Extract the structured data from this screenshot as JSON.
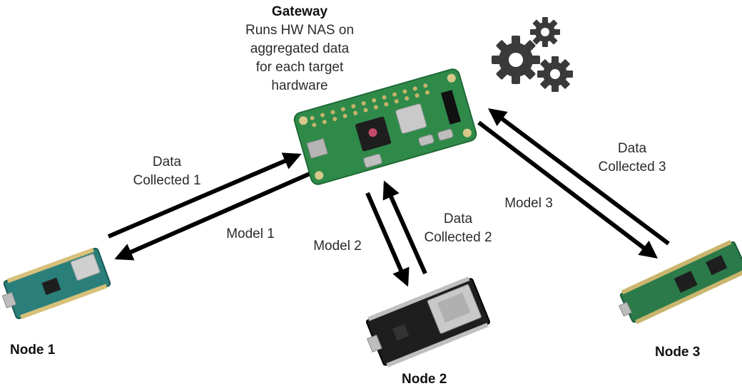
{
  "gateway": {
    "title": "Gateway",
    "description": [
      "Runs HW NAS on",
      "aggregated data",
      "for each target",
      "hardware"
    ]
  },
  "nodes": [
    {
      "label": "Node 1"
    },
    {
      "label": "Node 2"
    },
    {
      "label": "Node 3"
    }
  ],
  "links": [
    {
      "data_label": [
        "Data",
        "Collected 1"
      ],
      "model_label": "Model 1"
    },
    {
      "data_label": [
        "Data",
        "Collected 2"
      ],
      "model_label": "Model 2"
    },
    {
      "data_label": [
        "Data",
        "Collected 3"
      ],
      "model_label": "Model 3"
    }
  ],
  "colors": {
    "arrow": "#000000",
    "gear": "#3a3a3a",
    "board_green": "#2f8a4a",
    "chip": "#1e1e1e",
    "silver": "#c9c9c9",
    "pcb_teal": "#2a7f7a"
  }
}
